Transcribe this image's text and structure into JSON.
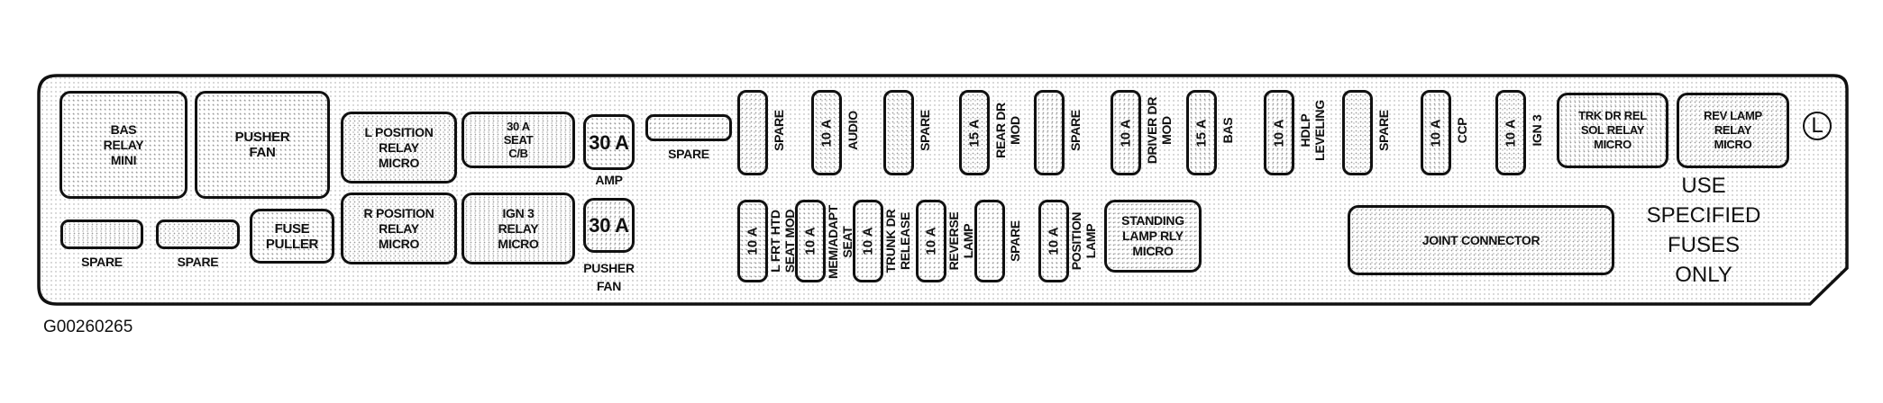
{
  "figure_id": "G00260265",
  "orientation_marker": "L",
  "note": "USE\nSPECIFIED\nFUSES\nONLY",
  "relays": {
    "bas_relay_mini": "BAS\nRELAY\nMINI",
    "pusher_fan_relay": "PUSHER\nFAN",
    "l_position_relay": "L POSITION\nRELAY\nMICRO",
    "seat_cb": "30 A\nSEAT\nC/B",
    "r_position_relay": "R POSITION\nRELAY\nMICRO",
    "ign3_relay": "IGN 3\nRELAY\nMICRO",
    "fuse_puller": "FUSE\nPULLER",
    "standing_lamp_relay": "STANDING\nLAMP RLY\nMICRO",
    "joint_connector": "JOINT CONNECTOR",
    "trk_dr_rel_relay": "TRK DR REL\nSOL RELAY\nMICRO",
    "rev_lamp_relay": "REV LAMP\nRELAY\nMICRO"
  },
  "maxi_fuses": [
    {
      "rating": "30 A",
      "label": "AMP"
    },
    {
      "rating": "30 A",
      "label": "PUSHER\nFAN"
    }
  ],
  "spares_horizontal": [
    {
      "label": "SPARE"
    },
    {
      "label": "SPARE"
    },
    {
      "label": "SPARE"
    }
  ],
  "fuses_top_row": [
    {
      "rating": "",
      "label": "SPARE"
    },
    {
      "rating": "10 A",
      "label": "AUDIO"
    },
    {
      "rating": "",
      "label": "SPARE"
    },
    {
      "rating": "15 A",
      "label": "REAR DR\nMOD"
    },
    {
      "rating": "",
      "label": "SPARE"
    },
    {
      "rating": "10 A",
      "label": "DRIVER DR\nMOD"
    },
    {
      "rating": "15 A",
      "label": "BAS"
    },
    {
      "rating": "10 A",
      "label": "HDLP\nLEVELING"
    },
    {
      "rating": "",
      "label": "SPARE"
    },
    {
      "rating": "10 A",
      "label": "CCP"
    },
    {
      "rating": "10 A",
      "label": "IGN 3"
    }
  ],
  "fuses_bottom_row": [
    {
      "rating": "10 A",
      "label": "L FRT HTD\nSEAT MOD"
    },
    {
      "rating": "10 A",
      "label": "MEM/ADAPT\nSEAT"
    },
    {
      "rating": "10 A",
      "label": "TRUNK DR\nRELEASE"
    },
    {
      "rating": "10 A",
      "label": "REVERSE\nLAMP"
    },
    {
      "rating": "",
      "label": "SPARE"
    },
    {
      "rating": "10 A",
      "label": "POSITION\nLAMP"
    }
  ]
}
